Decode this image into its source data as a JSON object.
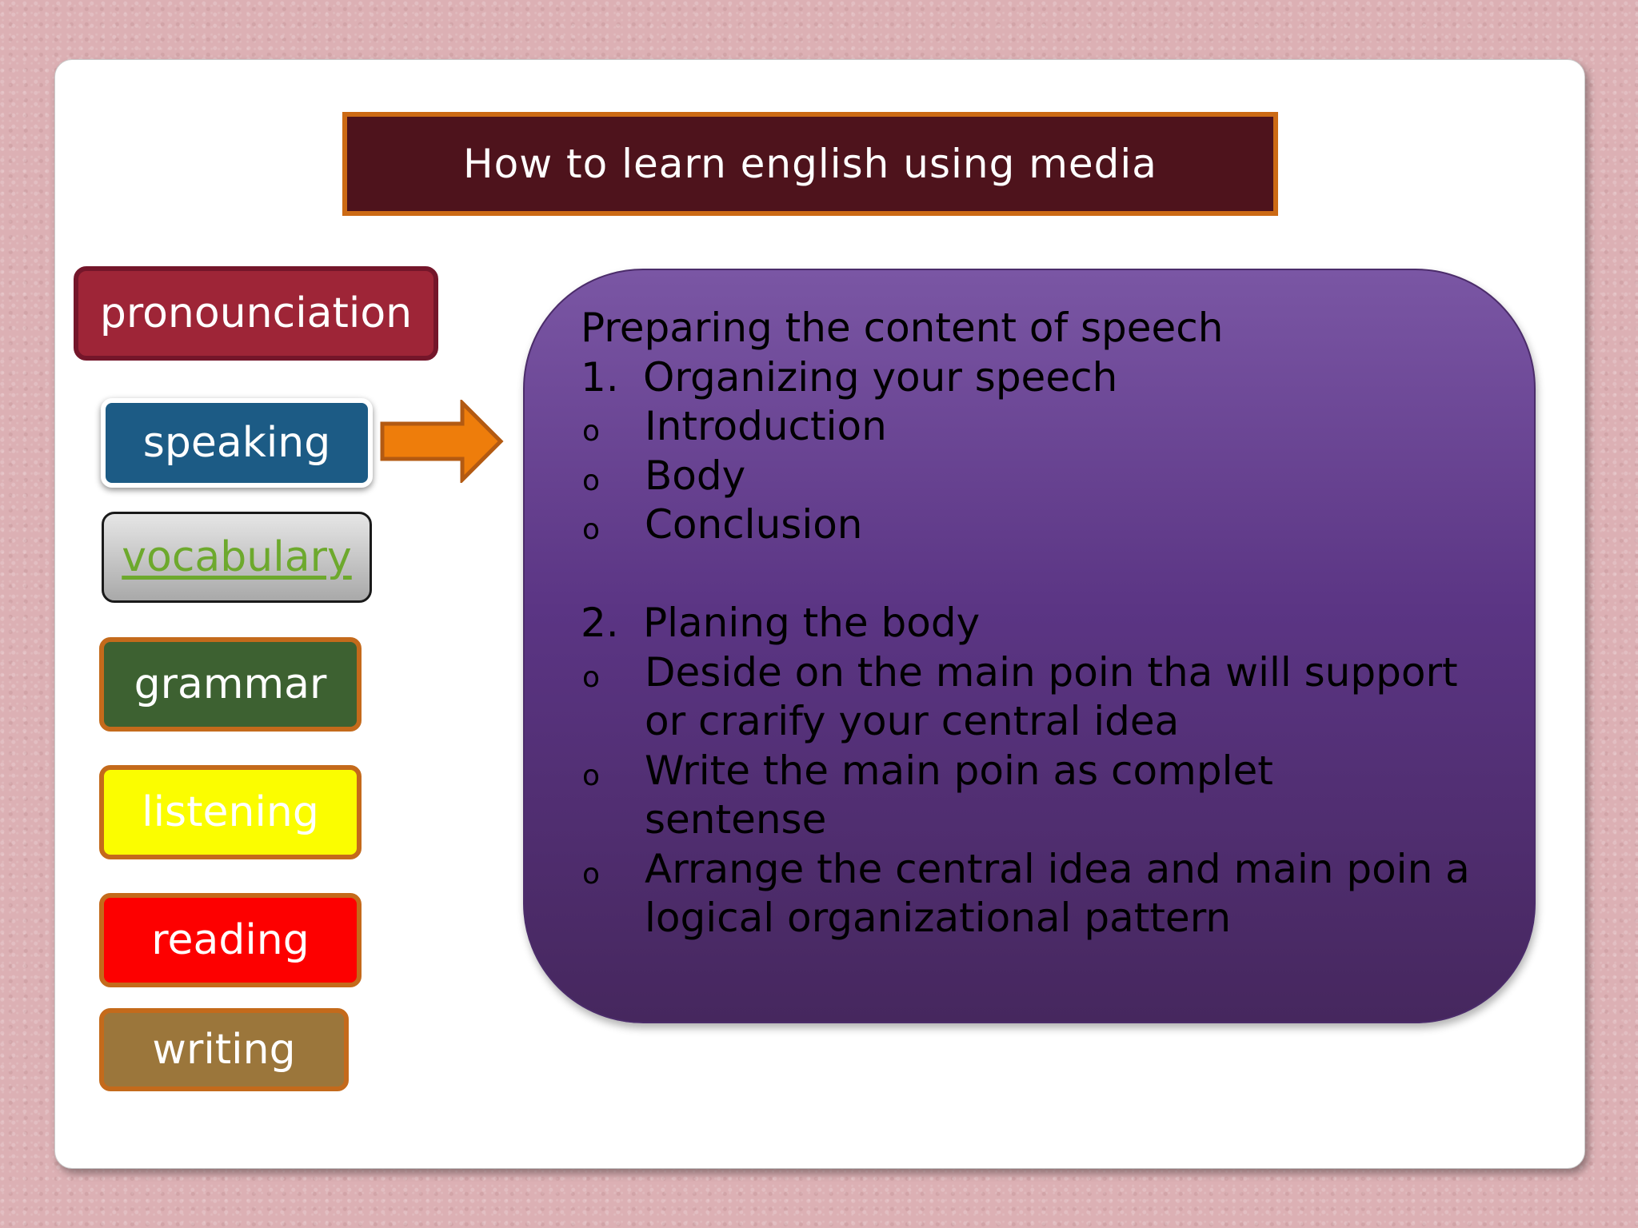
{
  "title": "How to learn english using media",
  "nav": {
    "pronunciation": "pronounciation",
    "speaking": "speaking",
    "vocabulary": "vocabulary",
    "grammar": "grammar",
    "listening": "listening",
    "reading": "reading",
    "writing": "writing"
  },
  "content": {
    "heading": "Preparing the content of speech",
    "section1": {
      "marker": "1.",
      "title": "Organizing your speech",
      "bullets": [
        "Introduction",
        "Body",
        "Conclusion"
      ]
    },
    "section2": {
      "marker": "2.",
      "title": "Planing the body",
      "bullets": [
        "Deside on the main poin tha will support or crarify your central idea",
        "Write the main poin as complet sentense",
        "Arrange the central idea and main poin a logical organizational pattern"
      ]
    },
    "bullet_marker": "o"
  },
  "colors": {
    "title_bg": "#4e131c",
    "accent_orange": "#cc6a14",
    "content_bg": "#5b3584"
  }
}
